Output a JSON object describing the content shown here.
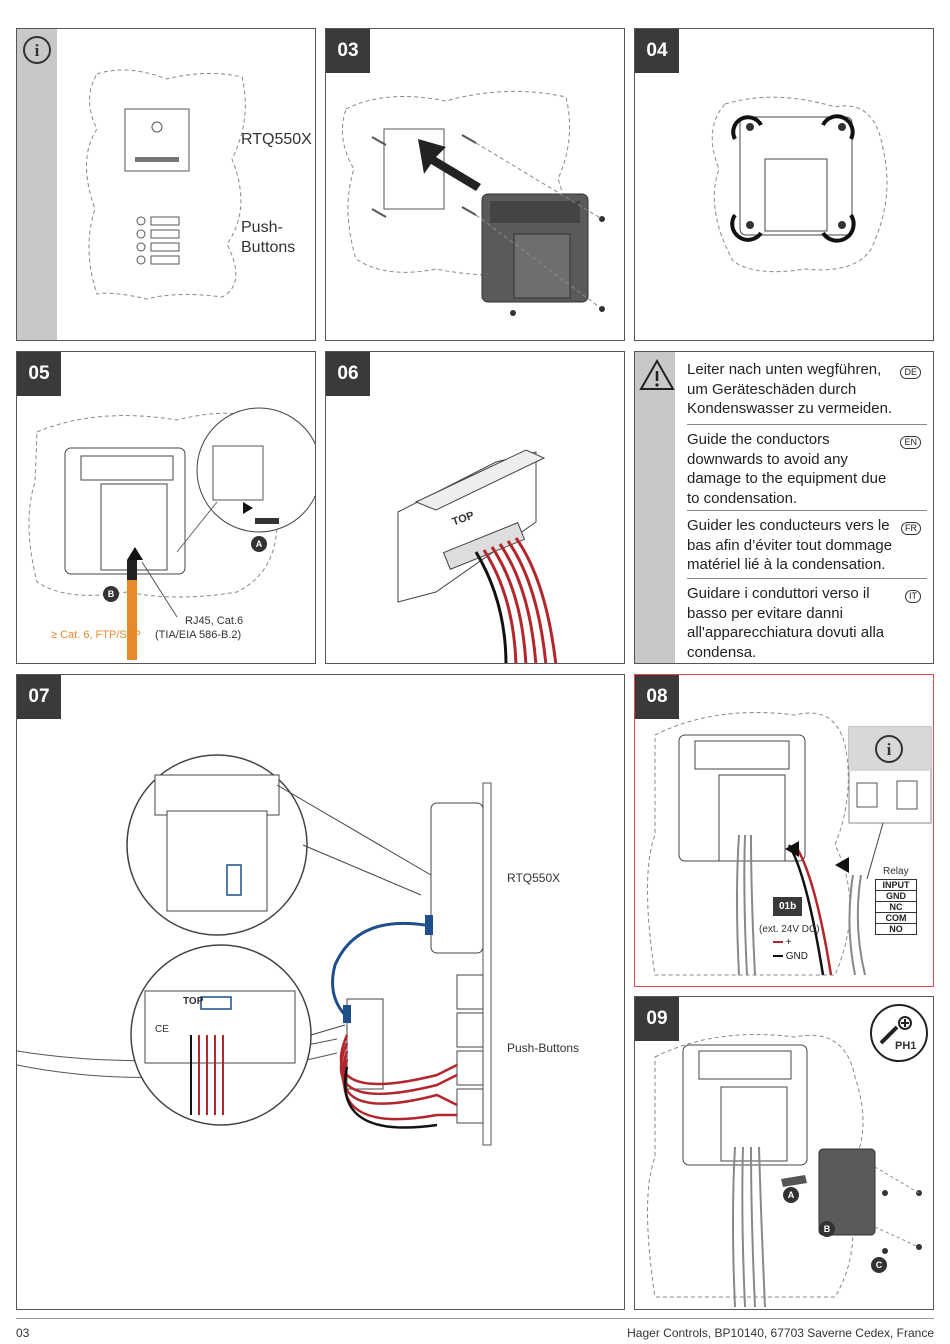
{
  "panel_info": {
    "product_label": "RTQ550X",
    "buttons_label_line1": "Push-",
    "buttons_label_line2": "Buttons"
  },
  "panel_03": {
    "step": "03"
  },
  "panel_04": {
    "step": "04"
  },
  "panel_05": {
    "step": "05",
    "tag_a": "A",
    "tag_b": "B",
    "cable_label_line1": "RJ45, Cat.6",
    "cable_label_line2": "(TIA/EIA 586-B.2)",
    "spec_label": "≥ Cat. 6, FTP/STP"
  },
  "panel_06": {
    "step": "06",
    "top_label": "TOP"
  },
  "warning": {
    "items": [
      {
        "lang": "DE",
        "text": "Leiter nach unten wegführen, um Geräteschäden durch Kondenswasser zu vermeiden."
      },
      {
        "lang": "EN",
        "text": "Guide the conductors downwards to avoid any damage to the equipment due to condensation."
      },
      {
        "lang": "FR",
        "text": "Guider les conducteurs vers le bas afin d’éviter tout dommage matériel lié à la condensation."
      },
      {
        "lang": "IT",
        "text": "Guidare i conduttori verso il basso per evitare danni all'apparecchiatura dovuti alla condensa."
      }
    ]
  },
  "panel_07": {
    "step": "07",
    "module_label": "RTQ550X",
    "buttons_label": "Push-Buttons",
    "top_label": "TOP",
    "ce_label": "CE"
  },
  "panel_08": {
    "step": "08",
    "relay_title": "Relay",
    "relay_pins": [
      "INPUT",
      "GND",
      "NC",
      "COM",
      "NO"
    ],
    "tag_01b": "01b",
    "power_label": "(ext. 24V DC)",
    "plus_label": "+",
    "gnd_label": "GND"
  },
  "panel_09": {
    "step": "09",
    "tool_label": "PH1",
    "tag_a": "A",
    "tag_b": "B",
    "tag_c": "C"
  },
  "footer": {
    "page_number": "03",
    "address": "Hager Controls, BP10140, 67703 Saverne Cedex, France"
  },
  "colors": {
    "wire_red": "#b3262b",
    "cable_orange": "#e8892b",
    "cable_blue": "#1f4e8c",
    "device_dark": "#5a5a5a"
  }
}
